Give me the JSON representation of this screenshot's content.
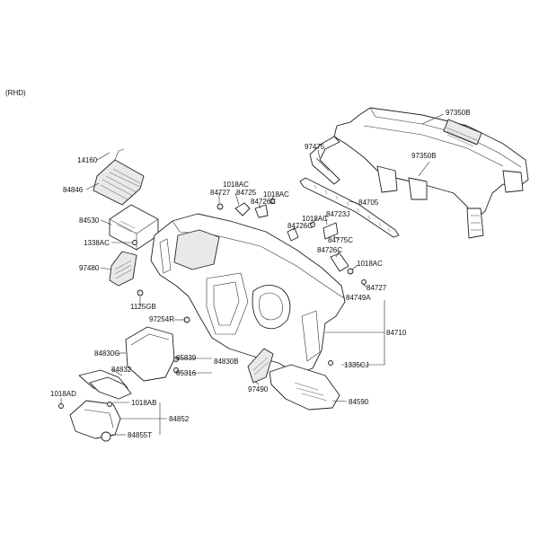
{
  "header": {
    "variant": "(RHD)"
  },
  "labels": {
    "p97350B_top": "97350B",
    "p97475": "97475",
    "p97350B_mid": "97350B",
    "p14160": "14160",
    "p84846": "84846",
    "p1018AC_a": "1018AC",
    "p84727_a": "84727",
    "p84725": "84725",
    "p84726C_a": "84726C",
    "p1018AC_b": "1018AC",
    "p84705": "84705",
    "p84723J": "84723J",
    "p1018AC_c": "1018AC",
    "p84726C_b": "84726C",
    "p84530": "84530",
    "p1338AC": "1338AC",
    "p84775C": "84775C",
    "p84726C_c": "84726C",
    "p1018AC_d": "1018AC",
    "p97480": "97480",
    "p84727_b": "84727",
    "p1125GB": "1125GB",
    "p84749A": "84749A",
    "p97254R": "97254R",
    "p84710": "84710",
    "p84830G": "84830G",
    "p85839": "85839",
    "p84830B": "84830B",
    "p84832": "84832",
    "p85316": "85316",
    "p1335CJ": "1335CJ",
    "p97490": "97490",
    "p84590": "84590",
    "p1018AD": "1018AD",
    "p1018AB": "1018AB",
    "p84852": "84852",
    "p84855T": "84855T"
  }
}
